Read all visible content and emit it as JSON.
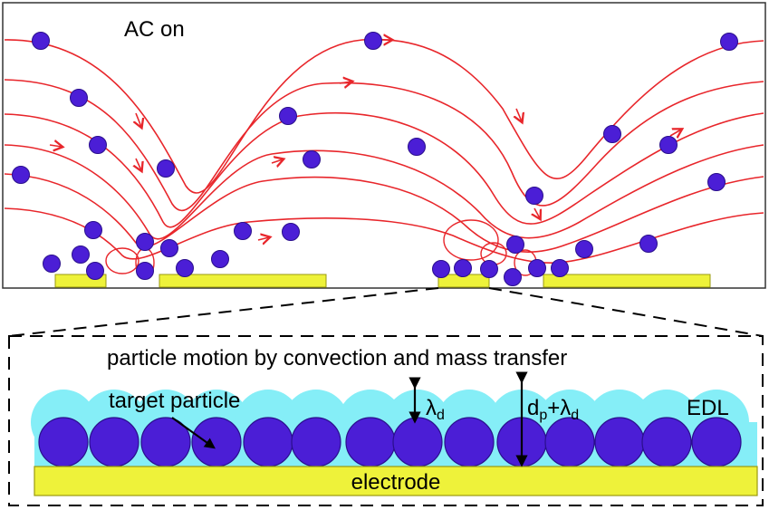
{
  "top_panel": {
    "title": "AC on"
  },
  "zoom_panel": {
    "caption": "particle motion by convection and mass transfer",
    "target_label": "target particle",
    "debye_label": "λ",
    "debye_sub": "d",
    "height_label_d": "d",
    "height_label_p": "p",
    "height_label_plus": "+λ",
    "height_label_sub": "d",
    "edl_label": "EDL",
    "electrode_label": "electrode"
  },
  "colors": {
    "streamline": "#e8262b",
    "particle": "#4b1ed6",
    "particle_edge": "#2a0f8c",
    "electrode": "#eef23a",
    "electrode_edge": "#9a9a10",
    "edl": "#85eef7"
  }
}
